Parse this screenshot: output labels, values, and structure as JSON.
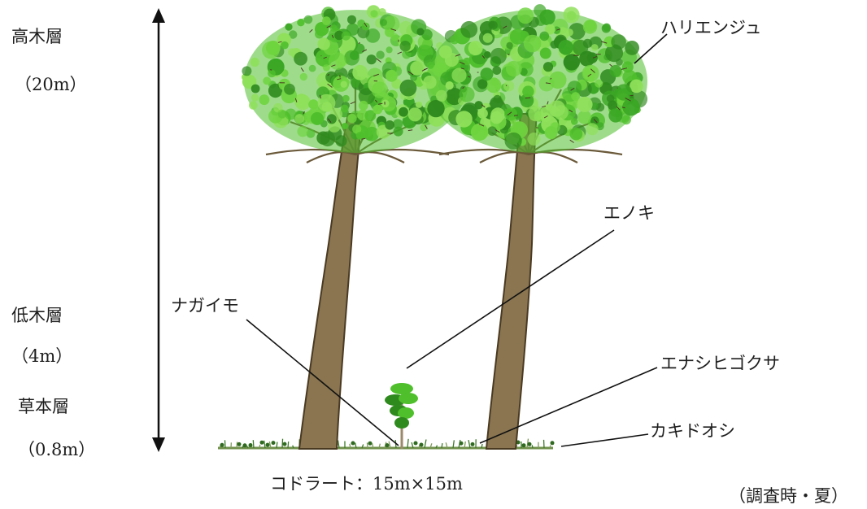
{
  "layers": [
    {
      "name": "高木層",
      "height": "（20m）"
    },
    {
      "name": "低木層",
      "height": "（4m）"
    },
    {
      "name": "草本層",
      "height": "（0.8m）"
    }
  ],
  "species": {
    "tall_tree": "ハリエンジュ",
    "sapling": "エノキ",
    "yam": "ナガイモ",
    "moss_grass": "エナシヒゴクサ",
    "ground_ivy": "カキドオシ"
  },
  "quadrat": "コドラート：15m×15m",
  "survey_note": "（調査時・夏）",
  "colors": {
    "foliage_dark": "#2f8a1e",
    "foliage_mid": "#4fbf2c",
    "foliage_light": "#8fe05a",
    "trunk": "#8a7550",
    "trunk_dark": "#4a3a22",
    "ground": "#6f8f4a",
    "line": "#111111"
  }
}
